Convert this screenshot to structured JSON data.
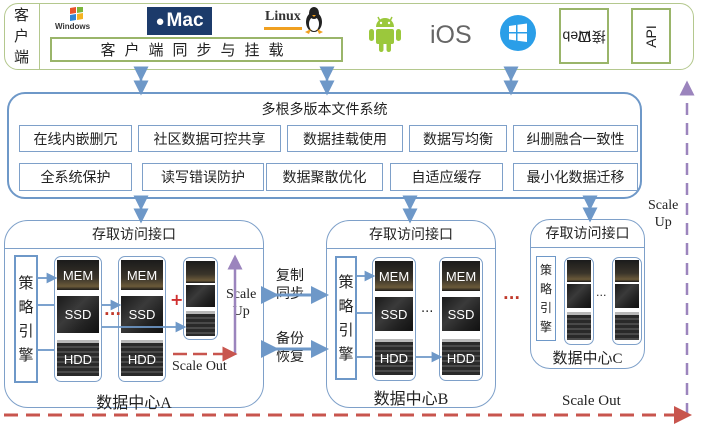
{
  "client_layer": {
    "label_chars": [
      "客",
      "户",
      "端"
    ],
    "platforms": [
      {
        "name": "windows-logo",
        "text": "Windows"
      },
      {
        "name": "mac-logo",
        "text": "Mac"
      },
      {
        "name": "linux-logo",
        "text": "Linux"
      },
      {
        "name": "android-logo",
        "text": ""
      },
      {
        "name": "ios-logo",
        "text": "iOS"
      },
      {
        "name": "windows-modern-logo",
        "text": ""
      }
    ],
    "sync_bar": "客户端同步与挂载",
    "web_interface": "Web 接口",
    "web_line1": "Web",
    "web_line2": "接口",
    "api": "API"
  },
  "file_system": {
    "title": "多根多版本文件系统",
    "row1": [
      "在线内嵌删冗",
      "社区数据可控共享",
      "数据挂载使用",
      "数据写均衡",
      "纠删融合一致性"
    ],
    "row2": [
      "全系统保护",
      "读写错误防护",
      "数据聚散优化",
      "自适应缓存",
      "最小化数据迁移"
    ]
  },
  "datacenters": [
    {
      "header": "存取访问接口",
      "policy_chars": [
        "策",
        "略",
        "引",
        "擎"
      ],
      "label": "数据中心A",
      "devices": [
        "MEM",
        "SSD",
        "HDD"
      ]
    },
    {
      "header": "存取访问接口",
      "policy_chars": [
        "策",
        "略",
        "引",
        "擎"
      ],
      "label": "数据中心B",
      "devices": [
        "MEM",
        "SSD",
        "HDD"
      ]
    },
    {
      "header": "存取访问接口",
      "policy_chars": [
        "策",
        "略",
        "引",
        "擎"
      ],
      "label": "数据中心C",
      "devices": [
        "",
        "",
        ""
      ]
    }
  ],
  "links": {
    "replicate_line1": "复制",
    "replicate_line2": "同步",
    "backup_line1": "备份",
    "backup_line2": "恢复"
  },
  "annotations": {
    "plus": "+",
    "dots_red": "···",
    "dots": "···",
    "scale_up_line1": "Scale",
    "scale_up_line2": "Up",
    "scale_out": "Scale Out"
  },
  "colors": {
    "client_border": "#b4c88e",
    "blue_border": "#6e98c8",
    "scale_up": "#9b84bd",
    "scale_out": "#c8554e"
  }
}
